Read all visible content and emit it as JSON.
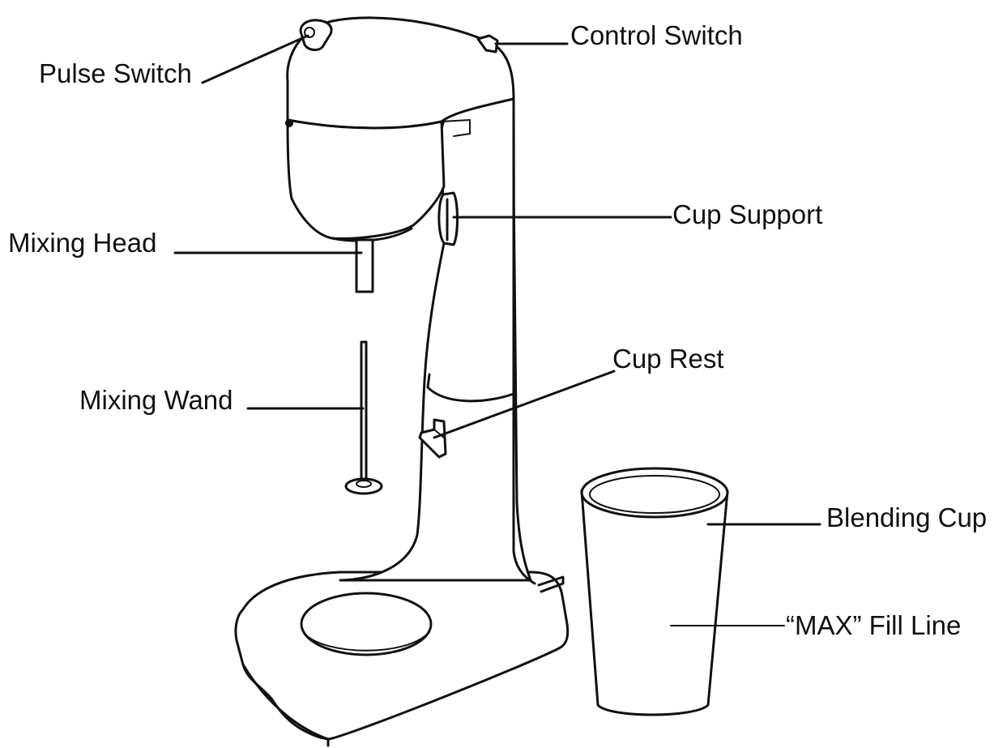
{
  "diagram": {
    "labels": {
      "pulse_switch": "Pulse Switch",
      "control_switch": "Control Switch",
      "cup_support": "Cup Support",
      "mixing_head": "Mixing Head",
      "mixing_wand": "Mixing Wand",
      "cup_rest": "Cup Rest",
      "blending_cup": "Blending Cup",
      "max_fill_line": "“MAX” Fill Line"
    }
  }
}
